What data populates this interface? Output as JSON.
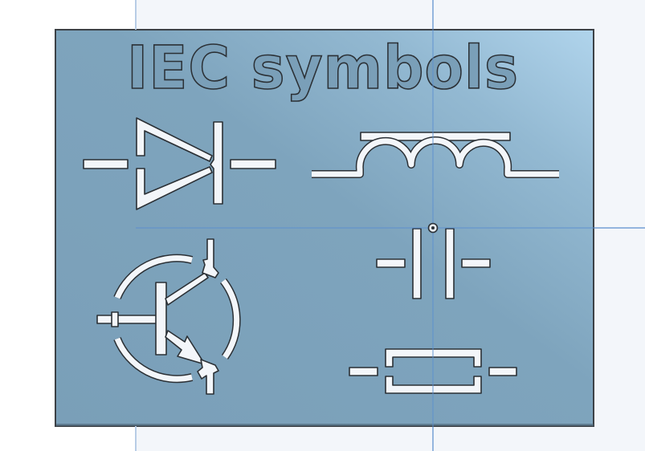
{
  "viewport": {
    "background_left": "#ffffff",
    "background_right": "#f3f6fa",
    "axis_color": "#5b8fd0"
  },
  "plate": {
    "title": "IEC symbols",
    "color_start": "#7a9fb8",
    "color_end": "#acd0e9",
    "edge_color": "#3c4146",
    "cut_color": "#f3f6fa"
  },
  "symbols": [
    {
      "name": "diode",
      "label": "Diode"
    },
    {
      "name": "inductor",
      "label": "Inductor (with core)"
    },
    {
      "name": "transistor",
      "label": "NPN transistor"
    },
    {
      "name": "capacitor",
      "label": "Capacitor"
    },
    {
      "name": "resistor",
      "label": "Resistor"
    }
  ],
  "origin_marker": {
    "icon": "origin-point-icon"
  }
}
